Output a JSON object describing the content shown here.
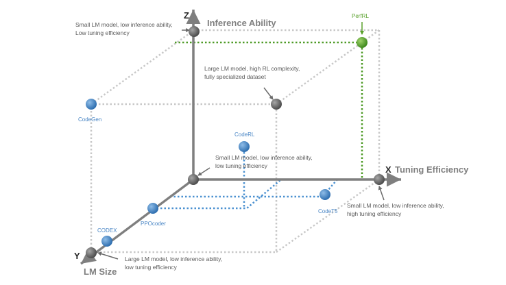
{
  "axes": {
    "x": {
      "letter": "X",
      "title": "Tuning Efficiency"
    },
    "y": {
      "letter": "Y",
      "title": "LM Size"
    },
    "z": {
      "letter": "Z",
      "title": "Inference Ability"
    }
  },
  "annotations": {
    "top_left": [
      "Small LM model, low inference ability,",
      "Low tuning efficiency"
    ],
    "large_rl": [
      "Large LM model, high RL complexity,",
      "fully specialized dataset"
    ],
    "origin": [
      "Small LM model, low inference ability,",
      "low tuning efficiency"
    ],
    "x_end": [
      "Small LM model, low inference ability,",
      "high tuning efficiency"
    ],
    "y_end": [
      "Large LM model, low inference ability,",
      "low tuning efficiency"
    ]
  },
  "models": {
    "perfrl": "PerfRL",
    "codegen": "CodeGen",
    "coderl": "CodeRL",
    "ppocoder": "PPOcoder",
    "codex": "CODEX",
    "codet5": "CodeT5"
  },
  "colors": {
    "axis": "#7f7f7f",
    "dotted_grey": "#c8c8c8",
    "dotted_green": "#4d9a25",
    "dotted_blue": "#4a90d0",
    "node_grey": "#6b6b6b",
    "node_blue": "#4a86c5",
    "node_green": "#5aa02c",
    "text_blue": "#4a86c5",
    "text_green": "#5aa02c"
  }
}
